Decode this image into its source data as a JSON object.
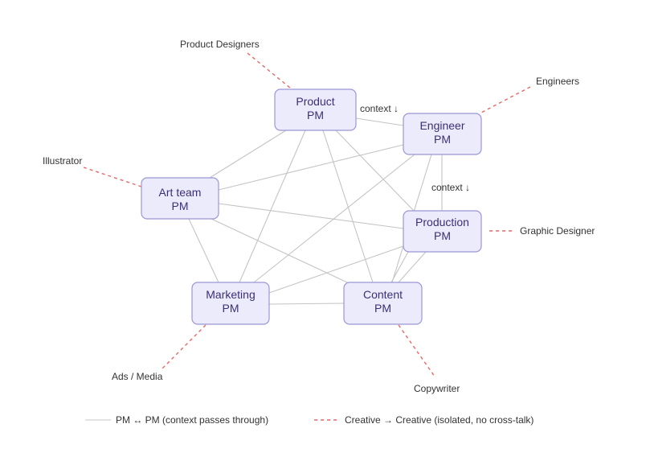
{
  "colors": {
    "node_fill": "#ecebfb",
    "node_stroke": "#9b96d6",
    "node_text": "#3d2f74",
    "pm_edge": "#c4c4c4",
    "creative_edge": "#e46a6a"
  },
  "nodes": {
    "product": {
      "line1": "Product",
      "line2": "PM"
    },
    "engineer": {
      "line1": "Engineer",
      "line2": "PM"
    },
    "art": {
      "line1": "Art team",
      "line2": "PM"
    },
    "production": {
      "line1": "Production",
      "line2": "PM"
    },
    "marketing": {
      "line1": "Marketing",
      "line2": "PM"
    },
    "content": {
      "line1": "Content",
      "line2": "PM"
    }
  },
  "creatives": {
    "product": "Product Designers",
    "engineer": "Engineers",
    "art": "Illustrator",
    "production": "Graphic Designer",
    "marketing": "Ads / Media",
    "content": "Copywriter"
  },
  "notes": {
    "product_engineer": "context ↓",
    "engineer_production": "context ↓"
  },
  "legend": {
    "pm_label": "PM ↔ PM (context passes through)",
    "creative_label": "Creative → Creative (isolated, no cross-talk)"
  }
}
